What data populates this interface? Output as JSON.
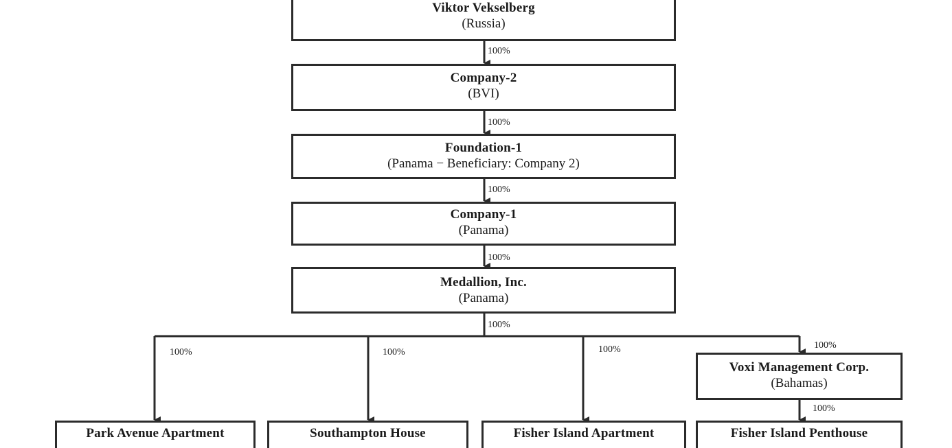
{
  "entities": [
    {
      "id": "vekselberg",
      "name": "Viktor Vekselberg",
      "jurisdiction": "(Russia)"
    },
    {
      "id": "company2",
      "name": "Company-2",
      "jurisdiction": "(BVI)"
    },
    {
      "id": "foundation1",
      "name": "Foundation-1",
      "jurisdiction": "(Panama − Beneficiary: Company 2)"
    },
    {
      "id": "company1",
      "name": "Company-1",
      "jurisdiction": "(Panama)"
    },
    {
      "id": "medallion",
      "name": "Medallion, Inc.",
      "jurisdiction": "(Panama)"
    },
    {
      "id": "voxi",
      "name": "Voxi Management Corp.",
      "jurisdiction": "(Bahamas)"
    },
    {
      "id": "park-avenue",
      "name": "Park Avenue Apartment",
      "jurisdiction": ""
    },
    {
      "id": "southampton",
      "name": "Southampton House",
      "jurisdiction": ""
    },
    {
      "id": "fisher-apt",
      "name": "Fisher Island Apartment",
      "jurisdiction": ""
    },
    {
      "id": "fisher-penthouse",
      "name": "Fisher Island Penthouse",
      "jurisdiction": ""
    }
  ],
  "ownership_links": [
    {
      "from": "vekselberg",
      "to": "company2",
      "share": "100%"
    },
    {
      "from": "company2",
      "to": "foundation1",
      "share": "100%"
    },
    {
      "from": "foundation1",
      "to": "company1",
      "share": "100%"
    },
    {
      "from": "company1",
      "to": "medallion",
      "share": "100%"
    },
    {
      "from": "medallion",
      "to": "all-branches",
      "share": "100%"
    },
    {
      "from": "medallion",
      "to": "park-avenue",
      "share": "100%"
    },
    {
      "from": "medallion",
      "to": "southampton",
      "share": "100%"
    },
    {
      "from": "medallion",
      "to": "fisher-apt",
      "share": "100%"
    },
    {
      "from": "medallion",
      "to": "voxi",
      "share": "100%"
    },
    {
      "from": "voxi",
      "to": "fisher-penthouse",
      "share": "100%"
    }
  ],
  "colors": {
    "line": "#2b2b2b",
    "text": "#1a1a1a",
    "background": "#ffffff"
  }
}
